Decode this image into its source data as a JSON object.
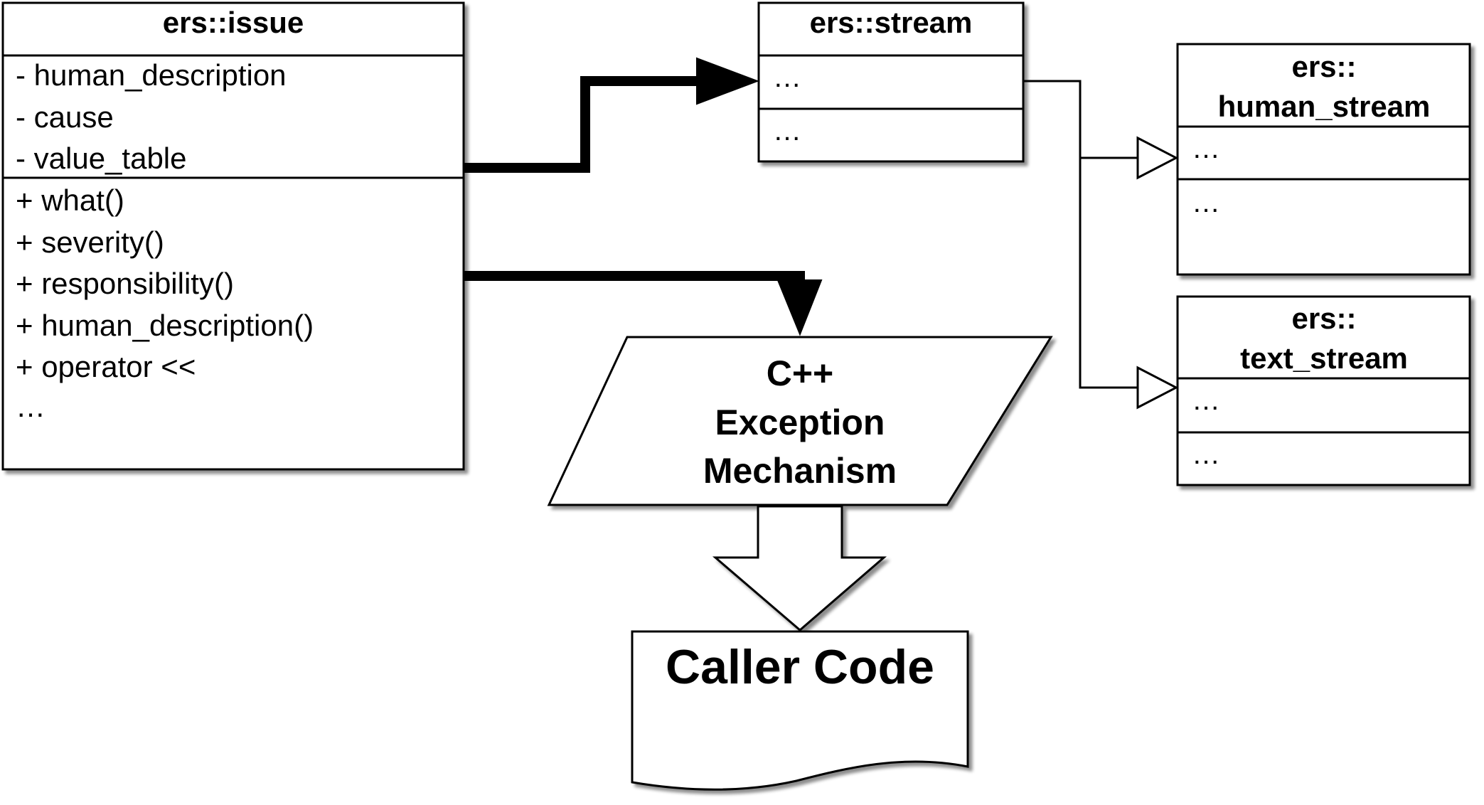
{
  "issue_class": {
    "name": "ers::issue",
    "attributes": [
      "- human_description",
      "- cause",
      "- value_table"
    ],
    "methods": [
      "+ what()",
      "+ severity()",
      "+ responsibility()",
      "+ human_description()",
      "+ operator <<",
      "…"
    ]
  },
  "stream_class": {
    "name": "ers::stream",
    "attributes": [
      "…"
    ],
    "methods": [
      "…"
    ]
  },
  "human_stream_class": {
    "name_line1": "ers::",
    "name_line2": "human_stream",
    "attributes": [
      "…"
    ],
    "methods": [
      "…"
    ]
  },
  "text_stream_class": {
    "name_line1": "ers::",
    "name_line2": "text_stream",
    "attributes": [
      "…"
    ],
    "methods": [
      "…"
    ]
  },
  "exception_mechanism": {
    "line1": "C++",
    "line2": "Exception",
    "line3": "Mechanism"
  },
  "caller_code": {
    "label": "Caller Code"
  }
}
